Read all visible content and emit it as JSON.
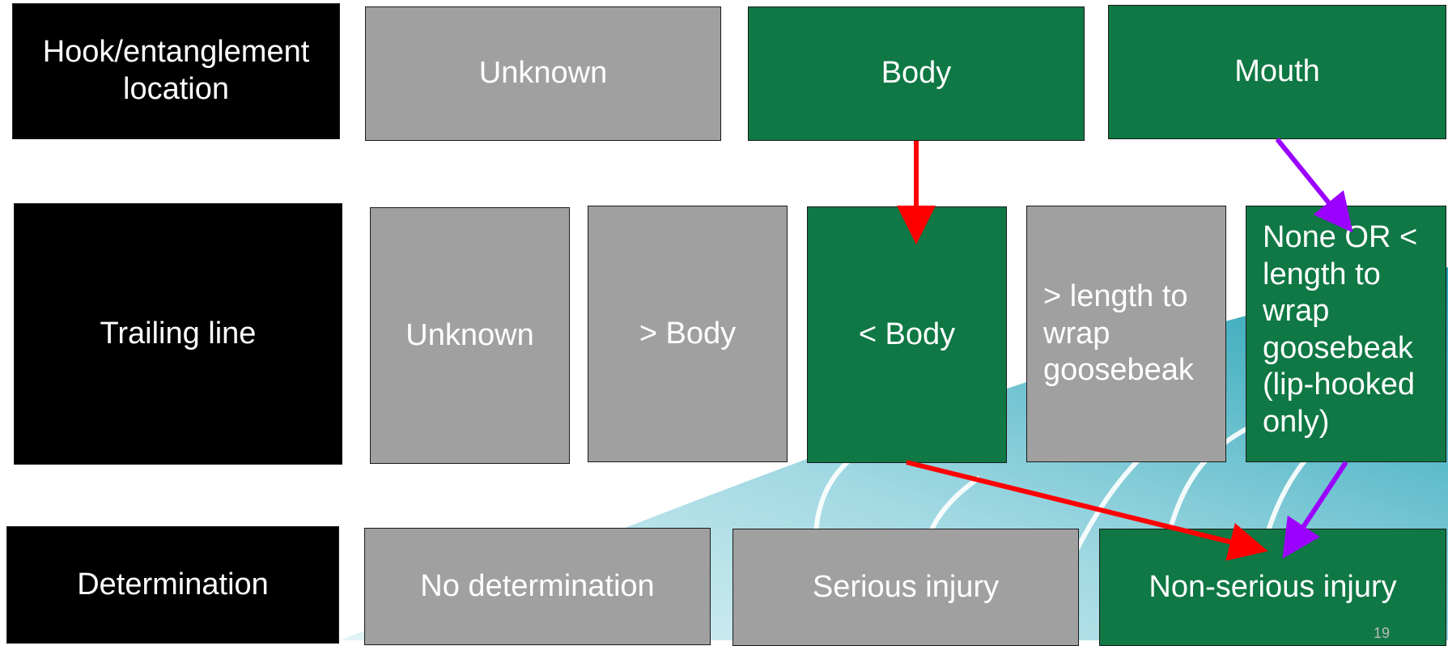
{
  "rows": {
    "location": {
      "header": "Hook/entanglement location",
      "options": [
        "Unknown",
        "Body",
        "Mouth"
      ]
    },
    "trailing": {
      "header": "Trailing line",
      "options": [
        "Unknown",
        "> Body",
        "< Body",
        "> length to wrap goosebeak",
        "None OR < length to wrap goosebeak (lip-hooked only)"
      ]
    },
    "determination": {
      "header": "Determination",
      "options": [
        "No determination",
        "Serious injury",
        "Non-serious injury"
      ]
    }
  },
  "page_number": "19",
  "colors": {
    "header": "#000000",
    "inactive": "#a0a0a0",
    "active": "#0f7844",
    "path_body": "#ff0000",
    "path_mouth": "#9b00ff",
    "background_accent": "#2aa3b6"
  },
  "paths": [
    {
      "color_key": "path_body",
      "steps": [
        "Body",
        "< Body",
        "Non-serious injury"
      ]
    },
    {
      "color_key": "path_mouth",
      "steps": [
        "Mouth",
        "None OR < length to wrap goosebeak (lip-hooked only)",
        "Non-serious injury"
      ]
    }
  ]
}
